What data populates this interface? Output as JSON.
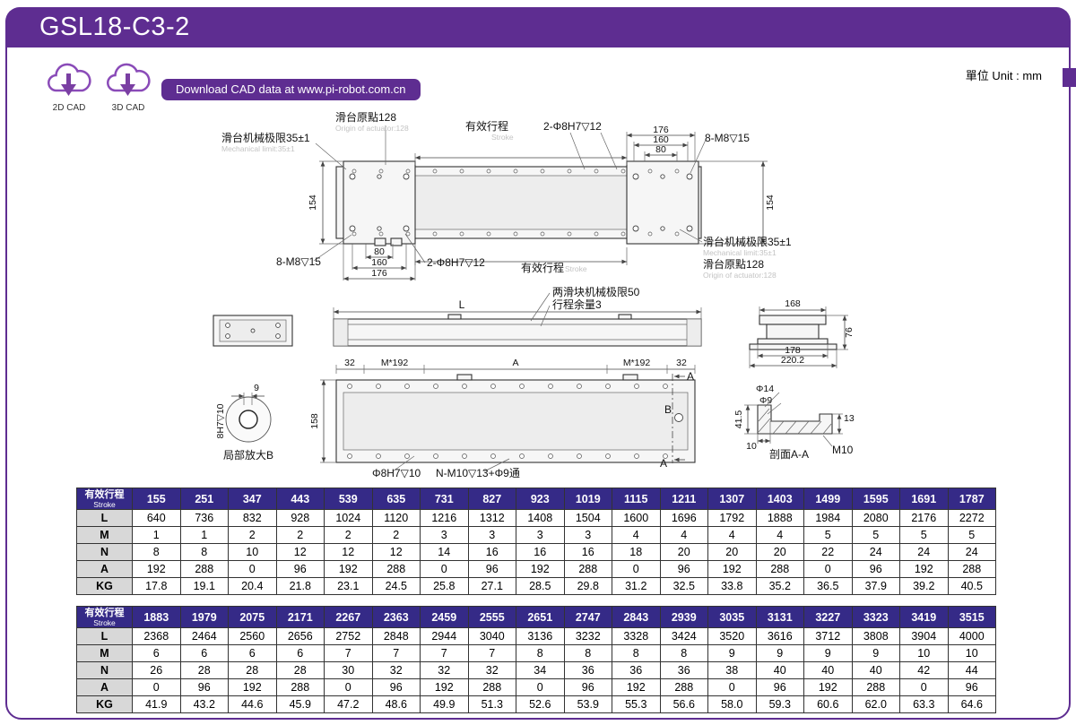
{
  "page": {
    "title": "GSL18-C3-2",
    "unit_label": "單位 Unit : mm",
    "cad_banner": "Download CAD data at www.pi-robot.com.cn",
    "cad_2d": "2D CAD",
    "cad_3d": "3D CAD"
  },
  "colors": {
    "brand_purple": "#5e2d91",
    "table_header_purple": "#352a87",
    "row_label_gray": "#d8d8d8"
  },
  "drawing": {
    "origin_cn": "滑台原點128",
    "origin_en": "Origin of actuator:128",
    "stroke_cn": "有效行程",
    "stroke_en": "Stroke",
    "mech_limit_cn": "滑台机械极限35±1",
    "mech_limit_en": "Mechanical limit:35±1",
    "pin_holes": "2-Φ8H7▽12",
    "m8_holes": "8-M8▽15",
    "dim_176": "176",
    "dim_160": "160",
    "dim_80": "80",
    "dim_154": "154",
    "dim_L": "L",
    "dual_slider_limit": "两滑块机械极限50",
    "stroke_margin": "行程余量3",
    "dim_168": "168",
    "dim_76": "76",
    "dim_178": "178",
    "dim_220": "220.2",
    "dim_32": "32",
    "pitch": "M*192",
    "dim_A": "A",
    "sec_A": "A",
    "detail_B_mark": "B",
    "dim_158": "158",
    "dim_9": "9",
    "hole_8h7": "8H7▽10",
    "detail_B": "局部放大B",
    "bottom_pin": "Φ8H7▽10",
    "bottom_thread": "N-M10▽13+Φ9通",
    "dim_phi14": "Φ14",
    "dim_phi9": "Φ9",
    "dim_41_5": "41.5",
    "dim_10": "10",
    "dim_13": "13",
    "m10": "M10",
    "section_aa": "剖面A-A"
  },
  "tables": [
    {
      "header_cn": "有效行程",
      "header_en": "Stroke",
      "strokes": [
        "155",
        "251",
        "347",
        "443",
        "539",
        "635",
        "731",
        "827",
        "923",
        "1019",
        "1115",
        "1211",
        "1307",
        "1403",
        "1499",
        "1595",
        "1691",
        "1787"
      ],
      "rows": [
        {
          "label": "L",
          "values": [
            "640",
            "736",
            "832",
            "928",
            "1024",
            "1120",
            "1216",
            "1312",
            "1408",
            "1504",
            "1600",
            "1696",
            "1792",
            "1888",
            "1984",
            "2080",
            "2176",
            "2272"
          ]
        },
        {
          "label": "M",
          "values": [
            "1",
            "1",
            "2",
            "2",
            "2",
            "2",
            "3",
            "3",
            "3",
            "3",
            "4",
            "4",
            "4",
            "4",
            "5",
            "5",
            "5",
            "5"
          ]
        },
        {
          "label": "N",
          "values": [
            "8",
            "8",
            "10",
            "12",
            "12",
            "12",
            "14",
            "16",
            "16",
            "16",
            "18",
            "20",
            "20",
            "20",
            "22",
            "24",
            "24",
            "24"
          ]
        },
        {
          "label": "A",
          "values": [
            "192",
            "288",
            "0",
            "96",
            "192",
            "288",
            "0",
            "96",
            "192",
            "288",
            "0",
            "96",
            "192",
            "288",
            "0",
            "96",
            "192",
            "288"
          ]
        },
        {
          "label": "KG",
          "values": [
            "17.8",
            "19.1",
            "20.4",
            "21.8",
            "23.1",
            "24.5",
            "25.8",
            "27.1",
            "28.5",
            "29.8",
            "31.2",
            "32.5",
            "33.8",
            "35.2",
            "36.5",
            "37.9",
            "39.2",
            "40.5"
          ]
        }
      ]
    },
    {
      "header_cn": "有效行程",
      "header_en": "Stroke",
      "strokes": [
        "1883",
        "1979",
        "2075",
        "2171",
        "2267",
        "2363",
        "2459",
        "2555",
        "2651",
        "2747",
        "2843",
        "2939",
        "3035",
        "3131",
        "3227",
        "3323",
        "3419",
        "3515"
      ],
      "rows": [
        {
          "label": "L",
          "values": [
            "2368",
            "2464",
            "2560",
            "2656",
            "2752",
            "2848",
            "2944",
            "3040",
            "3136",
            "3232",
            "3328",
            "3424",
            "3520",
            "3616",
            "3712",
            "3808",
            "3904",
            "4000"
          ]
        },
        {
          "label": "M",
          "values": [
            "6",
            "6",
            "6",
            "6",
            "7",
            "7",
            "7",
            "7",
            "8",
            "8",
            "8",
            "8",
            "9",
            "9",
            "9",
            "9",
            "10",
            "10"
          ]
        },
        {
          "label": "N",
          "values": [
            "26",
            "28",
            "28",
            "28",
            "30",
            "32",
            "32",
            "32",
            "34",
            "36",
            "36",
            "36",
            "38",
            "40",
            "40",
            "40",
            "42",
            "44"
          ]
        },
        {
          "label": "A",
          "values": [
            "0",
            "96",
            "192",
            "288",
            "0",
            "96",
            "192",
            "288",
            "0",
            "96",
            "192",
            "288",
            "0",
            "96",
            "192",
            "288",
            "0",
            "96"
          ]
        },
        {
          "label": "KG",
          "values": [
            "41.9",
            "43.2",
            "44.6",
            "45.9",
            "47.2",
            "48.6",
            "49.9",
            "51.3",
            "52.6",
            "53.9",
            "55.3",
            "56.6",
            "58.0",
            "59.3",
            "60.6",
            "62.0",
            "63.3",
            "64.6"
          ]
        }
      ]
    }
  ]
}
